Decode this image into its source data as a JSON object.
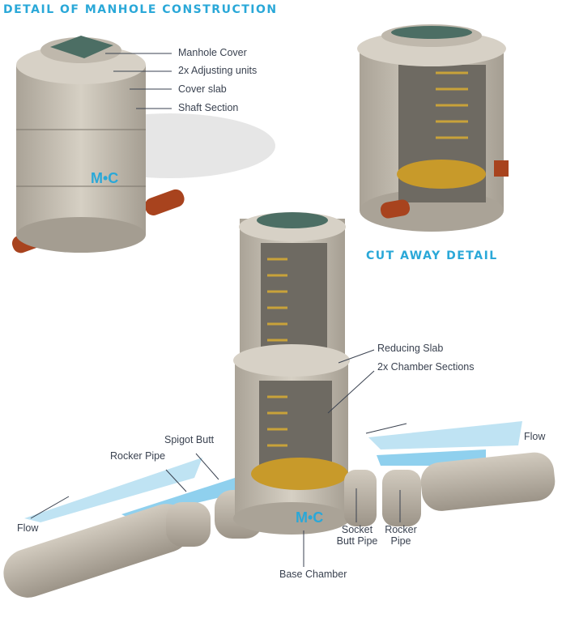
{
  "titles": {
    "main": "DETAIL OF MANHOLE CONSTRUCTION",
    "cutaway": "CUT AWAY DETAIL"
  },
  "top_left_labels": [
    "Manhole Cover",
    "2x Adjusting units",
    "Cover slab",
    "Shaft Section"
  ],
  "assembly_labels": {
    "reducing_slab": "Reducing Slab",
    "chamber_sections": "2x Chamber Sections",
    "spigot_butt": "Spigot Butt",
    "rocker_pipe_left": "Rocker Pipe",
    "flow_left": "Flow",
    "flow_right": "Flow",
    "socket_butt_pipe_1": "Socket",
    "socket_butt_pipe_2": "Butt Pipe",
    "rocker_pipe_right_1": "Rocker",
    "rocker_pipe_right_2": "Pipe",
    "base_chamber": "Base Chamber"
  },
  "brand": "M•C",
  "colors": {
    "accent": "#2aa8d8",
    "concrete": "#c9c2b6",
    "pipe": "#b04a22",
    "flow": "#9fd6ee",
    "benching": "#c89a2a"
  }
}
